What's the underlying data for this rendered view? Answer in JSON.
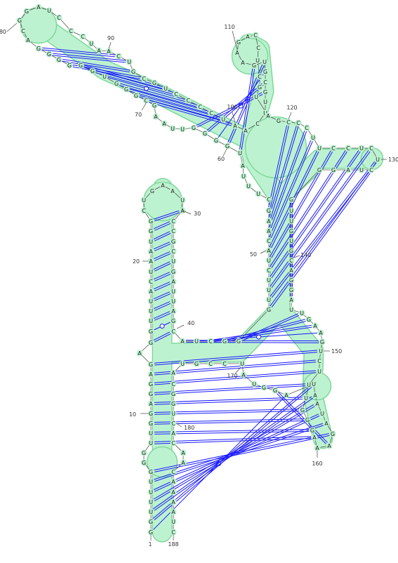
{
  "diagram": {
    "type": "rna-secondary-structure",
    "colors": {
      "band_fill": "#bdf2d0",
      "band_edge": "#7ed89a",
      "base_pair": "#1a1aff",
      "backbone": "#555555",
      "text": "#222222"
    },
    "position_labels": [
      "1",
      "10",
      "20",
      "30",
      "40",
      "50",
      "60",
      "70",
      "80",
      "90",
      "100",
      "110",
      "120",
      "130",
      "140",
      "150",
      "160",
      "170",
      "180",
      "188"
    ]
  }
}
